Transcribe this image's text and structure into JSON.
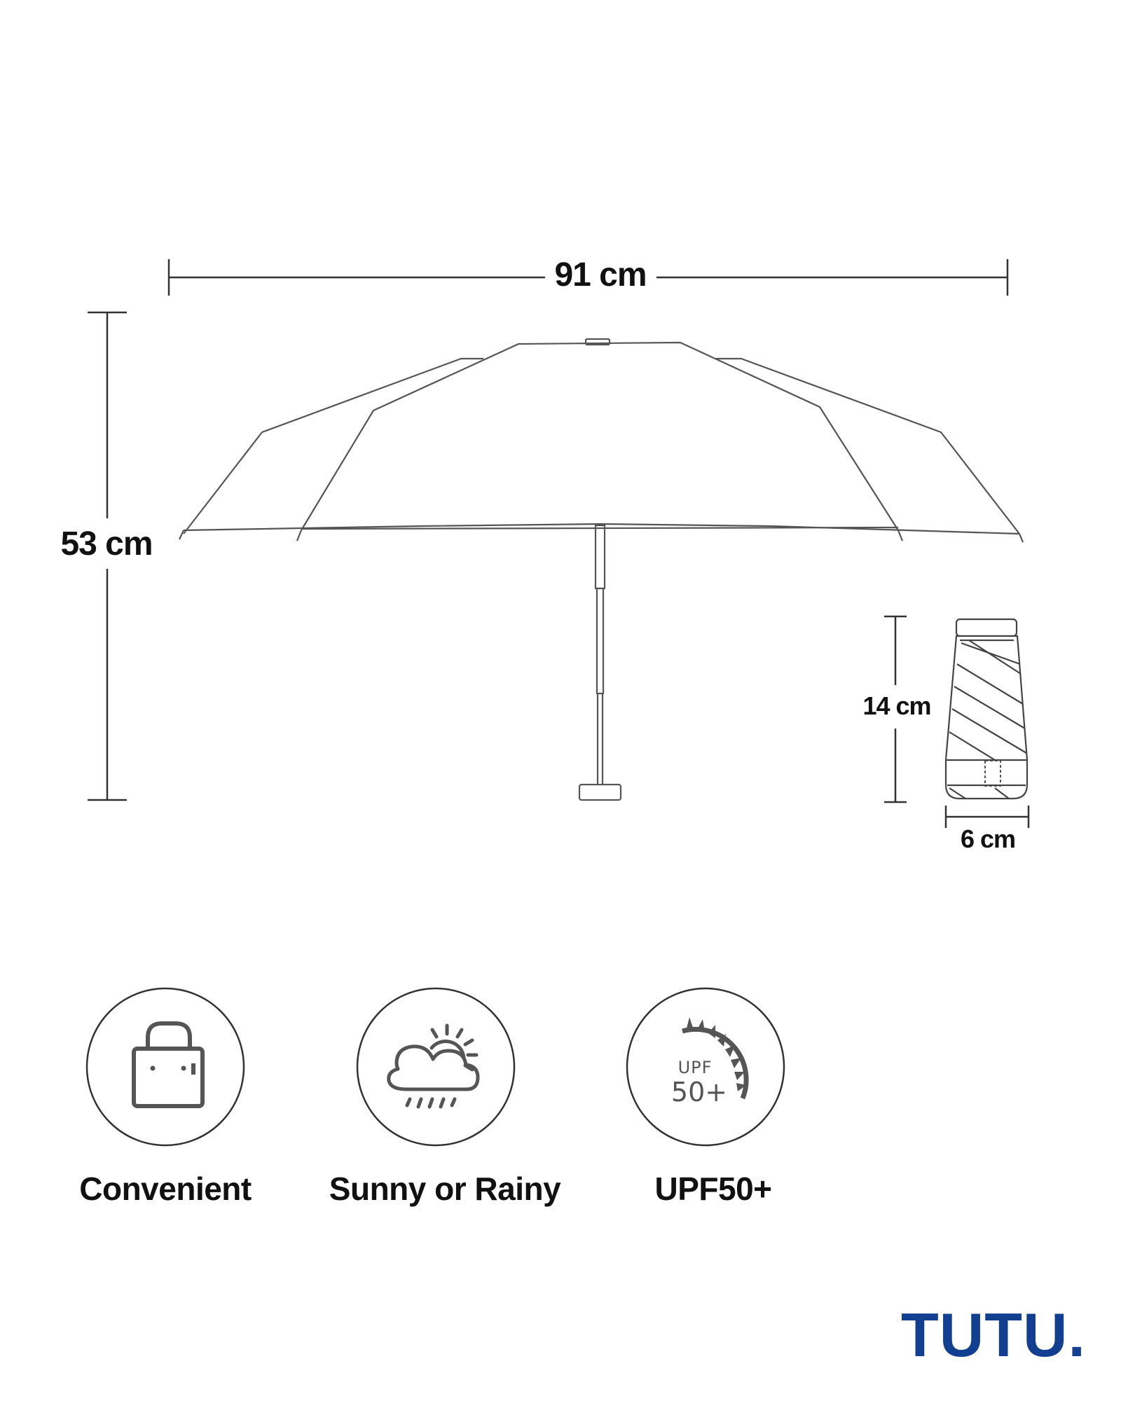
{
  "dimensions": {
    "open_width": "91 cm",
    "open_height": "53 cm",
    "folded_length": "14 cm",
    "folded_width": "6 cm"
  },
  "features": [
    {
      "icon": "bag-icon",
      "label": "Convenient"
    },
    {
      "icon": "sun-cloud-rain-icon",
      "label": "Sunny or Rainy"
    },
    {
      "icon": "upf-sun-icon",
      "label": "UPF50+",
      "icon_text_top": "UPF",
      "icon_text_bottom": "50+"
    }
  ],
  "brand": {
    "name": "TUTU.",
    "color": "#123f8f"
  },
  "colors": {
    "line": "#333333",
    "text": "#111111",
    "icon": "#555555"
  }
}
